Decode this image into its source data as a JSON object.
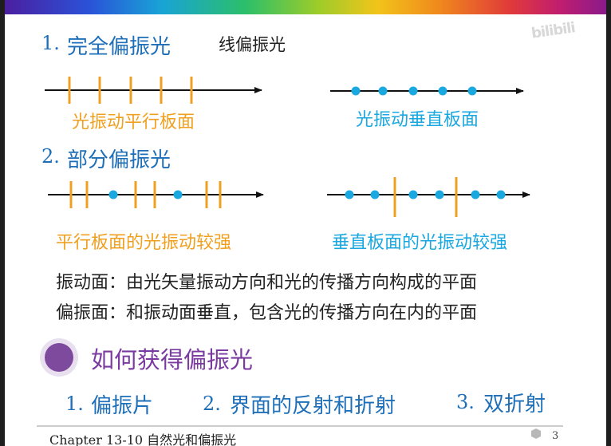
{
  "watermark": "bilibili",
  "section1": {
    "num": "1.",
    "title": "完全偏振光",
    "subtitle": "线偏振光",
    "left_caption": "光振动平行板面",
    "right_caption": "光振动垂直板面"
  },
  "section2": {
    "num": "2.",
    "title": "部分偏振光",
    "left_caption": "平行板面的光振动较强",
    "right_caption": "垂直板面的光振动较强"
  },
  "definitions": [
    "振动面：由光矢量振动方向和光的传播方向构成的平面",
    "偏振面：和振动面垂直，包含光的传播方向在内的平面"
  ],
  "question": "如何获得偏振光",
  "methods": [
    {
      "num": "1.",
      "label": "偏振片"
    },
    {
      "num": "2.",
      "label": "界面的反射和折射"
    },
    {
      "num": "3.",
      "label": "双折射"
    }
  ],
  "footer": {
    "chapter": "Chapter 13-10 自然光和偏振光",
    "page": "3"
  },
  "colors": {
    "orange": "#f0a020",
    "cyan": "#1aa8e0",
    "blue": "#1e6fb8",
    "purple": "#7a3aa0"
  }
}
